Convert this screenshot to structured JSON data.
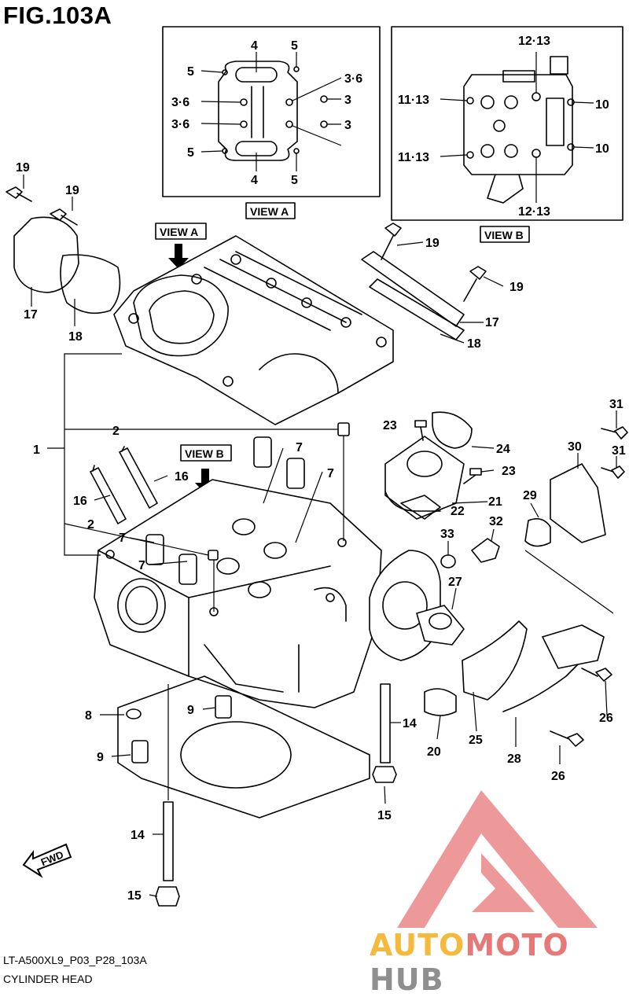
{
  "figure": {
    "title": "FIG.103A",
    "code": "LT-A500XL9_P03_P28_103A",
    "name": "CYLINDER HEAD"
  },
  "views": {
    "view_a": "VIEW A",
    "view_b": "VIEW B"
  },
  "view_a_callouts": [
    "4",
    "5",
    "5",
    "3·6",
    "3",
    "3·6",
    "3",
    "5",
    "3·6",
    "4",
    "5"
  ],
  "view_b_callouts": [
    "12·13",
    "11·13",
    "10",
    "11·13",
    "10",
    "12·13"
  ],
  "callouts": {
    "c1": "1",
    "c2a": "2",
    "c2b": "2",
    "c7a": "7",
    "c7b": "7",
    "c7c": "7",
    "c7d": "7",
    "c8": "8",
    "c9a": "9",
    "c9b": "9",
    "c14a": "14",
    "c14b": "14",
    "c15a": "15",
    "c15b": "15",
    "c16a": "16",
    "c16b": "16",
    "c17a": "17",
    "c17b": "17",
    "c18a": "18",
    "c18b": "18",
    "c19a": "19",
    "c19b": "19",
    "c19c": "19",
    "c19d": "19",
    "c20": "20",
    "c21": "21",
    "c22": "22",
    "c23a": "23",
    "c23b": "23",
    "c24": "24",
    "c25": "25",
    "c26a": "26",
    "c26b": "26",
    "c27": "27",
    "c28": "28",
    "c29": "29",
    "c30": "30",
    "c31a": "31",
    "c31b": "31",
    "c32": "32",
    "c33": "33"
  },
  "fwd_label": "FWD",
  "watermark": {
    "part1": "AUTO",
    "part2": "MOTO",
    "part3": "HUB",
    "colors": {
      "auto": "#f5b93e",
      "moto": "#e87878",
      "hub": "#8f8f8f"
    }
  }
}
